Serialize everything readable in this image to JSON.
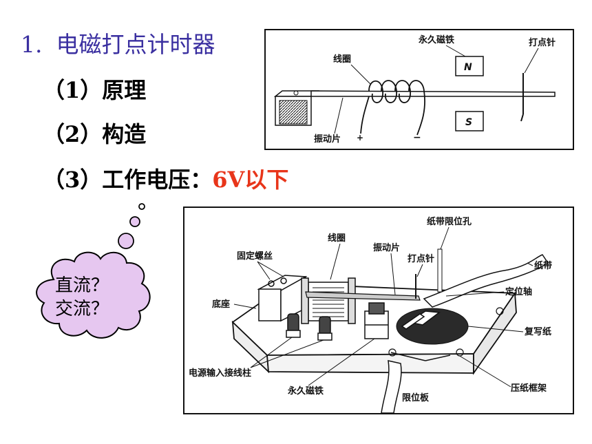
{
  "heading": {
    "number": "1.",
    "title": "电磁打点计时器"
  },
  "items": [
    {
      "label": "（1）原理"
    },
    {
      "label": "（2）构造"
    },
    {
      "label": "（3）工作电压：",
      "value": "6V以下"
    }
  ],
  "thought_bubble": {
    "line1": "直流？",
    "line2": "交流？"
  },
  "diagram_principle": {
    "labels": {
      "magnet": "永久磁铁",
      "needle": "打点针",
      "coil": "线圈",
      "vibrator": "振动片",
      "plus": "+",
      "minus": "−",
      "north": "N",
      "south": "S"
    }
  },
  "diagram_structure": {
    "labels": {
      "tape_hole": "纸带限位孔",
      "coil": "线圈",
      "vibrator": "振动片",
      "needle": "打点针",
      "fixing_screw": "固定螺丝",
      "tape": "纸带",
      "axis": "定位轴",
      "base": "底座",
      "carbon_paper": "复写纸",
      "terminals": "电源输入接线柱",
      "magnet": "永久磁铁",
      "limit_plate": "限位板",
      "press_frame": "压纸框架"
    }
  }
}
